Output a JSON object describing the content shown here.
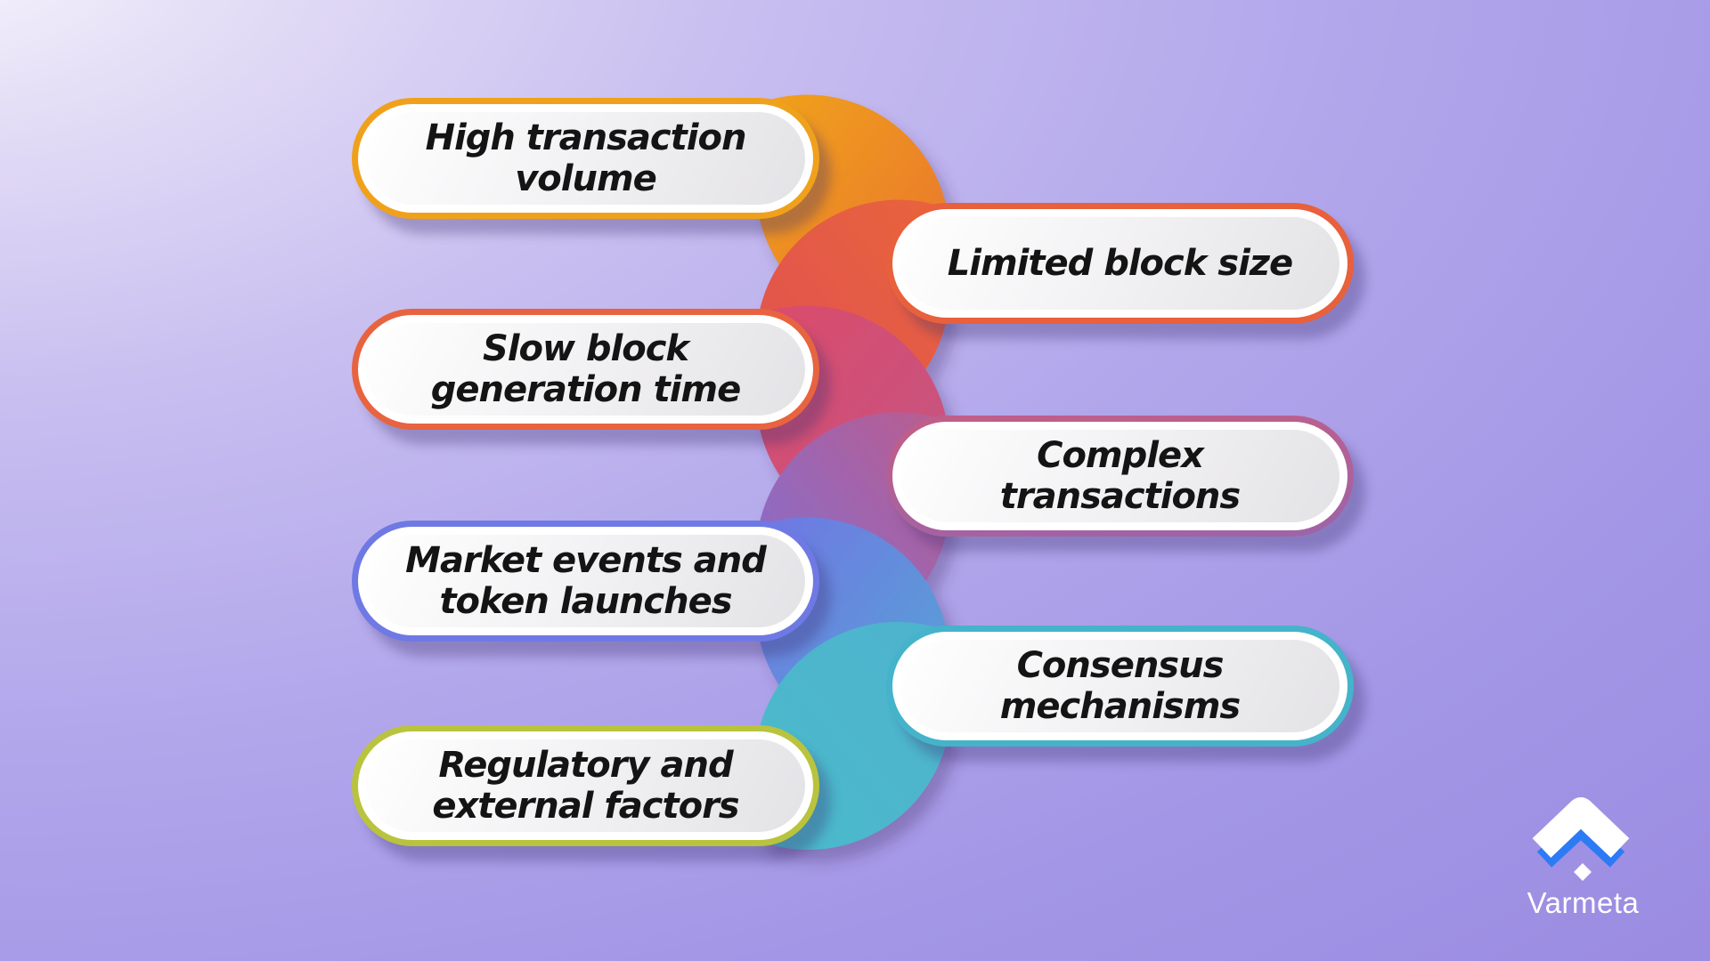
{
  "background": {
    "corner_light": "#F8F6FD",
    "mid_lavender": "#C8BEF0",
    "deep_purple": "#9A8BE1"
  },
  "text_color": "#141414",
  "pills": [
    {
      "label": "High transaction\nvolume",
      "accent": "#F0A11B"
    },
    {
      "label": "Limited block size",
      "accent": "#E8603C"
    },
    {
      "label": "Slow block\ngeneration time",
      "accent": "#E8633F"
    },
    {
      "label": "Complex\ntransactions",
      "accent": "linear-gradient(175deg, #C25E87 0%, #9C64A8 100%)"
    },
    {
      "label": "Market events and\ntoken launches",
      "accent": "#6F79E4"
    },
    {
      "label": "Consensus\nmechanisms",
      "accent": "#45B3C9"
    },
    {
      "label": "Regulatory and\nexternal factors",
      "accent": "#B9C33D"
    }
  ],
  "connectors": [
    {
      "from": "#F0A21C",
      "to": "#E9712F"
    },
    {
      "from": "#E8643C",
      "to": "#E05052"
    },
    {
      "from": "#DB4C6B",
      "to": "#C25585"
    },
    {
      "from": "#BA5C8F",
      "to": "#7F70D4"
    },
    {
      "from": "#7077E3",
      "to": "#55A6D4"
    },
    {
      "from": "#4FB3CE",
      "to": "#4BBACA"
    }
  ],
  "logo": {
    "text": "Varmeta",
    "chevron_blue": "#2D7BF4",
    "chevron_white": "#FFFFFF"
  }
}
